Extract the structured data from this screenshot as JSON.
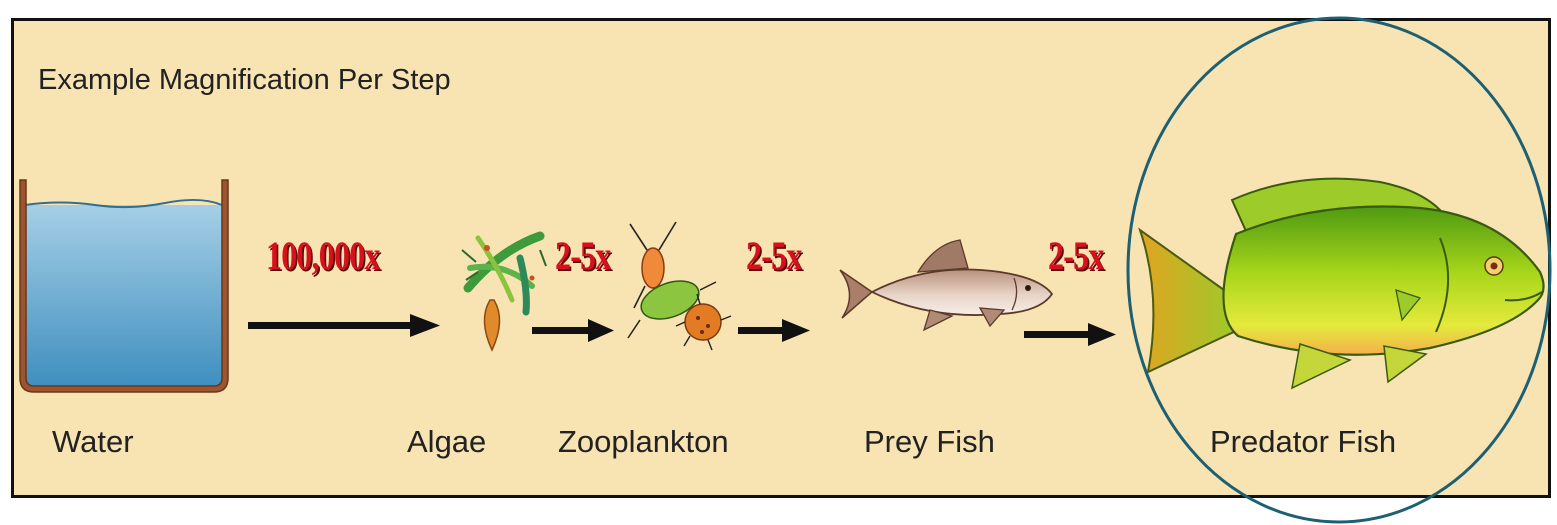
{
  "diagram": {
    "title": "Example Magnification Per Step",
    "stages": [
      {
        "key": "water",
        "label": "Water",
        "icon": "water-container-icon"
      },
      {
        "key": "algae",
        "label": "Algae",
        "icon": "algae-icon"
      },
      {
        "key": "zooplankton",
        "label": "Zooplankton",
        "icon": "zooplankton-icon"
      },
      {
        "key": "prey",
        "label": "Prey Fish",
        "icon": "prey-fish-icon"
      },
      {
        "key": "predator",
        "label": "Predator Fish",
        "icon": "predator-fish-icon"
      }
    ],
    "magnifications": [
      {
        "from": "Water",
        "to": "Algae",
        "factor": "100,000x"
      },
      {
        "from": "Algae",
        "to": "Zooplankton",
        "factor": "2-5x"
      },
      {
        "from": "Zooplankton",
        "to": "Prey Fish",
        "factor": "2-5x"
      },
      {
        "from": "Prey Fish",
        "to": "Predator Fish",
        "factor": "2-5x"
      }
    ],
    "colors": {
      "background": "#f8e3b3",
      "factor_text": "#d8101c",
      "arrow": "#111111",
      "highlight_ring": "#1d5f73",
      "water": "#5ea7d2",
      "container": "#9c5530"
    }
  }
}
